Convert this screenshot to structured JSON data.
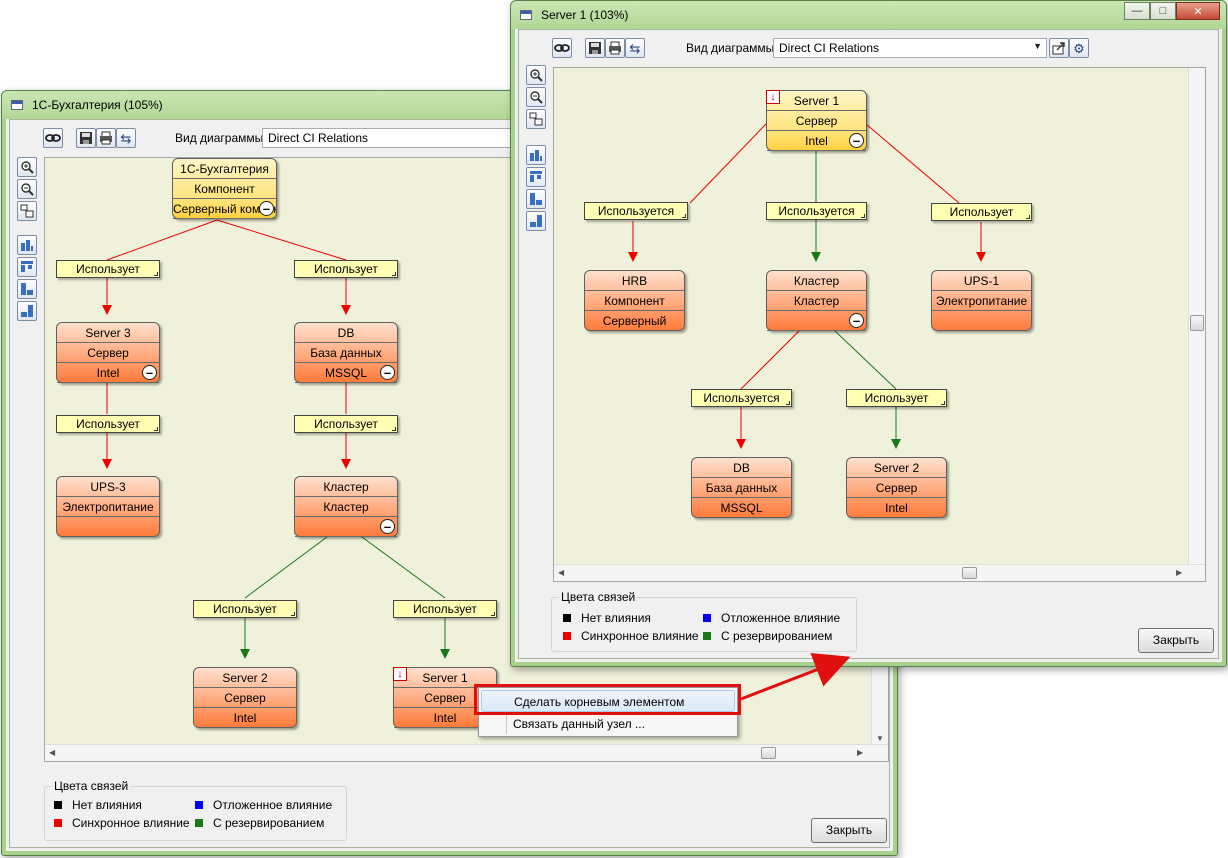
{
  "back_window": {
    "title": "1С-Бухгалтерия (105%)",
    "diagram_type_label": "Вид диаграммы",
    "diagram_type_value": "Direct CI Relations",
    "nodes": {
      "root": [
        "1С-Бухгалтерия",
        "Компонент",
        "Серверный компонент"
      ],
      "server3": [
        "Server 3",
        "Сервер",
        "Intel"
      ],
      "db": [
        "DB",
        "База данных",
        "MSSQL"
      ],
      "ups3": [
        "UPS-3",
        "Электропитание",
        ""
      ],
      "cluster": [
        "Кластер",
        "Кластер",
        ""
      ],
      "server2": [
        "Server 2",
        "Сервер",
        "Intel"
      ],
      "server1": [
        "Server 1",
        "Сервер",
        "Intel"
      ]
    },
    "relations": {
      "r1": "Использует",
      "r2": "Использует",
      "r3": "Использует",
      "r4": "Использует",
      "r5": "Использует",
      "r6": "Использует"
    },
    "legend": {
      "title": "Цвета связей",
      "no_impact": "Нет влияния",
      "sync_impact": "Синхронное влияние",
      "deferred_impact": "Отложенное влияние",
      "redundant": "С резервированием"
    },
    "close_label": "Закрыть"
  },
  "front_window": {
    "title": "Server 1 (103%)",
    "diagram_type_label": "Вид диаграммы",
    "diagram_type_value": "Direct CI Relations",
    "nodes": {
      "root": [
        "Server 1",
        "Сервер",
        "Intel"
      ],
      "hrb": [
        "HRB",
        "Компонент",
        "Серверный"
      ],
      "cluster": [
        "Кластер",
        "Кластер",
        ""
      ],
      "ups1": [
        "UPS-1",
        "Электропитание",
        ""
      ],
      "db": [
        "DB",
        "База данных",
        "MSSQL"
      ],
      "server2": [
        "Server 2",
        "Сервер",
        "Intel"
      ]
    },
    "relations": {
      "r1": "Используется",
      "r2": "Используется",
      "r3": "Использует",
      "r4": "Используется",
      "r5": "Использует"
    },
    "legend": {
      "title": "Цвета связей",
      "no_impact": "Нет влияния",
      "sync_impact": "Синхронное влияние",
      "deferred_impact": "Отложенное влияние",
      "redundant": "С резервированием"
    },
    "close_label": "Закрыть"
  },
  "context_menu": {
    "make_root": "Сделать корневым элементом",
    "link_node": "Связать данный узел ..."
  },
  "colors": {
    "no_impact": "#000000",
    "sync_impact": "#ee0000",
    "deferred_impact": "#0000ee",
    "redundant": "#1a7a1a",
    "highlight": "#e01010"
  }
}
